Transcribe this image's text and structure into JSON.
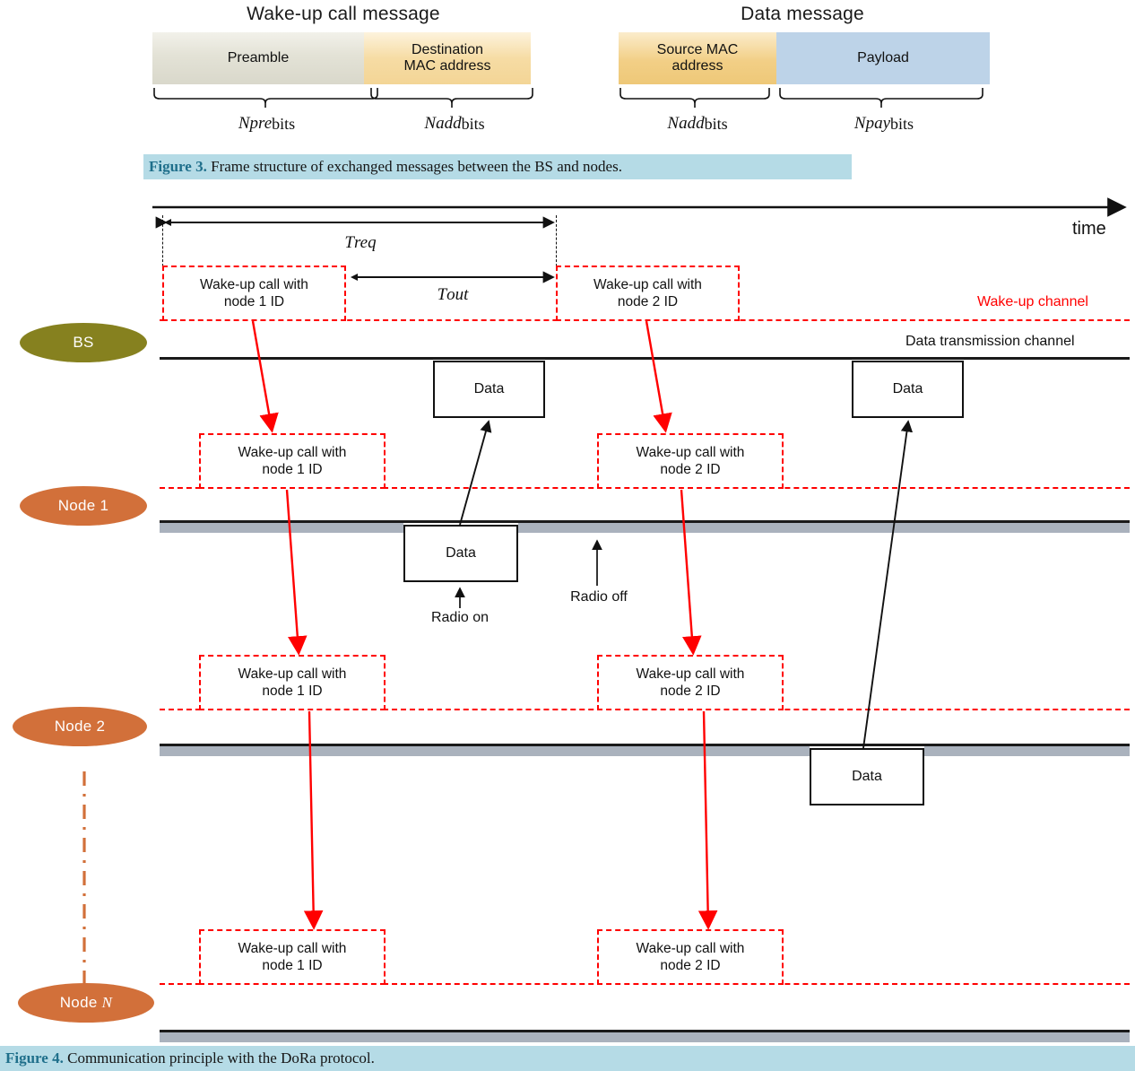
{
  "frames": {
    "wakeup": {
      "title": "Wake-up call message",
      "segments": [
        {
          "label": "Preamble",
          "bits": "N",
          "bits_sub": "pre",
          "bits_suffix": " bits"
        },
        {
          "label": "Destination\nMAC address",
          "bits": "N",
          "bits_sub": "add",
          "bits_suffix": " bits"
        }
      ]
    },
    "data": {
      "title": "Data message",
      "segments": [
        {
          "label": "Source MAC\naddress",
          "bits": "N",
          "bits_sub": "add",
          "bits_suffix": " bits"
        },
        {
          "label": "Payload",
          "bits": "N",
          "bits_sub": "pay",
          "bits_suffix": " bits"
        }
      ]
    }
  },
  "captions": {
    "figure3_label": "Figure 3.",
    "figure3_text": " Frame structure of exchanged messages between the BS and nodes.",
    "figure4_label": "Figure 4.",
    "figure4_text": " Communication principle with the DoRa protocol."
  },
  "timing": {
    "time_axis_label": "time",
    "t_req": {
      "base": "T",
      "sub": "req"
    },
    "t_out": {
      "base": "T",
      "sub": "out"
    },
    "channel_wakeup_label": "Wake-up channel",
    "channel_data_label": "Data transmission channel",
    "radio_on_label": "Radio on",
    "radio_off_label": "Radio off",
    "data_box_label": "Data",
    "wakeup_call_node1": "Wake-up call with\nnode 1 ID",
    "wakeup_call_node2": "Wake-up call with\nnode 2 ID",
    "actors": [
      {
        "name": "BS",
        "kind": "bs"
      },
      {
        "name": "Node 1",
        "kind": "node"
      },
      {
        "name": "Node 2",
        "kind": "node"
      },
      {
        "name": "Node N",
        "kind": "node",
        "italic_tail": "N"
      }
    ]
  },
  "colors": {
    "wakeup_red": "#ff0000",
    "bs_olive": "#86811f",
    "node_orange": "#d2703a",
    "caption_band": "#b5dbe6",
    "caption_label": "#1f6f8b",
    "payload_blue": "#bdd3e8",
    "address_tan": "#f3d596",
    "preamble_gray": "#ddddd1",
    "radio_off_gray": "#aab2bd",
    "dashdot_orange": "#d2703a"
  }
}
